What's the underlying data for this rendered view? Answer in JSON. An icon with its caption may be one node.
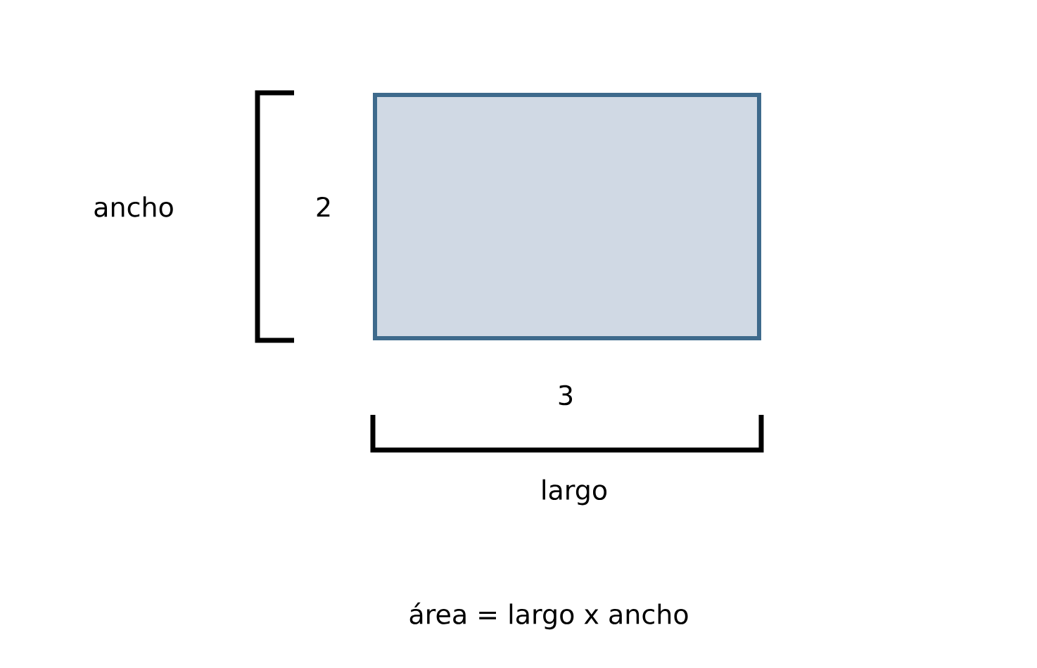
{
  "diagram": {
    "nodes": [
      {
        "text": [],
        "shape": "box"
      }
    ],
    "labels": [
      "ancho",
      "2",
      "3",
      "largo",
      "área = largo x ancho"
    ]
  }
}
